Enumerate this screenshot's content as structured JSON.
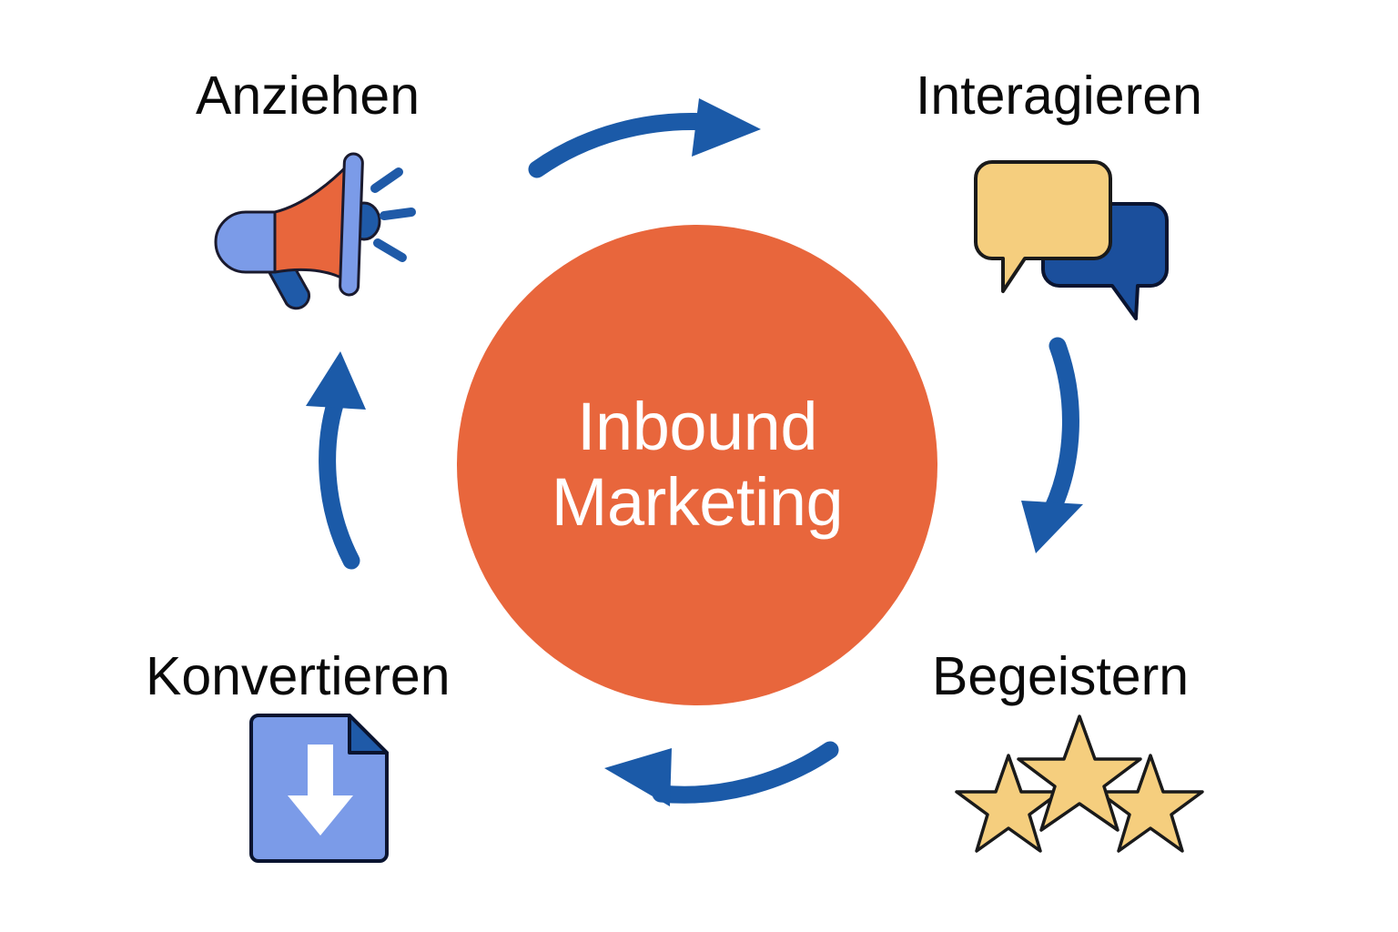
{
  "diagram": {
    "type": "cycle",
    "hub": {
      "label": "Inbound\nMarketing",
      "fill_color": "#E8663C",
      "text_color": "#FFFFFF"
    },
    "background_color": "#FFFFFF",
    "stages": [
      {
        "id": "attract",
        "label": "Anziehen",
        "position": "top-left",
        "icon": "megaphone-icon",
        "icon_colors": [
          "#7B9BE8",
          "#E8663C",
          "#1F5AA8"
        ]
      },
      {
        "id": "engage",
        "label": "Interagieren",
        "position": "top-right",
        "icon": "speech-bubbles-icon",
        "icon_colors": [
          "#F5CE7E",
          "#1B4F9C"
        ]
      },
      {
        "id": "delight",
        "label": "Begeistern",
        "position": "bottom-right",
        "icon": "three-stars-icon",
        "icon_colors": [
          "#F5CE7E"
        ]
      },
      {
        "id": "convert",
        "label": "Konvertieren",
        "position": "bottom-left",
        "icon": "download-document-icon",
        "icon_colors": [
          "#7B9BE8",
          "#1F5AA8",
          "#FFFFFF"
        ]
      }
    ],
    "arrows": [
      {
        "id": "top",
        "direction": "right",
        "from": "attract",
        "to": "engage",
        "color": "#1B5AA8"
      },
      {
        "id": "right",
        "direction": "down",
        "from": "engage",
        "to": "delight",
        "color": "#1B5AA8"
      },
      {
        "id": "bottom",
        "direction": "left",
        "from": "delight",
        "to": "convert",
        "color": "#1B5AA8"
      },
      {
        "id": "left",
        "direction": "up",
        "from": "convert",
        "to": "attract",
        "color": "#1B5AA8"
      }
    ]
  }
}
